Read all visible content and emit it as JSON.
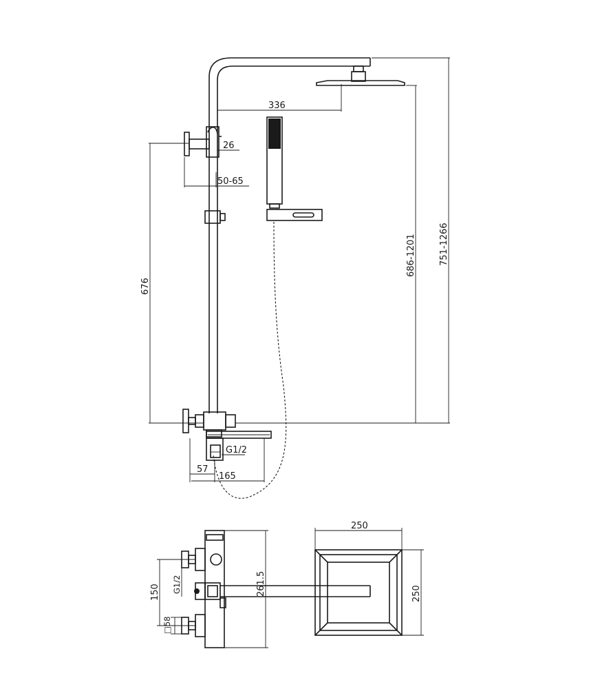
{
  "dimensions": {
    "head_reach": "336",
    "wall_bracket": "26",
    "bracket_spacing": "50-65",
    "riser_height": "676",
    "head_height": "686-1201",
    "total_height": "751-1266",
    "inlet_thread": "G1/2",
    "inlet_offset": "57",
    "spout_length": "165",
    "head_width": "250",
    "head_depth": "250",
    "plan_depth": "261.5",
    "plan_centres": "150",
    "plan_thread": "G1/2",
    "flange_size": "□58"
  }
}
